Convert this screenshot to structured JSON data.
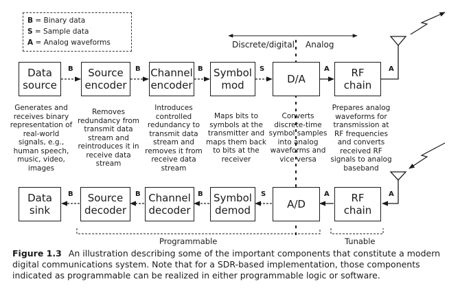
{
  "legend": {
    "items": [
      {
        "key": "B",
        "text": "= Binary data"
      },
      {
        "key": "S",
        "text": "= Sample data"
      },
      {
        "key": "A",
        "text": "= Analog waveforms"
      }
    ]
  },
  "divider": {
    "left": "Discrete/digital",
    "right": "Analog"
  },
  "top_row": {
    "blocks": [
      "Data\nsource",
      "Source\nencoder",
      "Channel\nencoder",
      "Symbol\nmod",
      "D/A",
      "RF\nchain"
    ],
    "links": [
      "B",
      "B",
      "B",
      "S",
      "A",
      "A"
    ]
  },
  "descriptions": [
    "Generates and\nreceives binary\nrepresentation of\nreal-world\nsignals, e.g.,\nhuman speech,\nmusic, video,\nimages",
    "Removes\nredundancy from\ntransmit data\nstream and\nreintroduces it in\nreceive data\nstream",
    "Introduces\ncontrolled\nredundancy to\ntransmit data\nstream and\nremoves it from\nreceive data\nstream",
    "Maps bits to\nsymbols at the\ntransmitter and\nmaps them back\nto bits at the\nreceiver",
    "Converts\ndiscrete-time\nsymbol samples\ninto analog\nwaveforms and\nvice versa",
    "Prepares analog\nwaveforms for\ntransmission at\nRF frequencies\nand converts\nreceived RF\nsignals to analog\nbaseband"
  ],
  "bottom_row": {
    "blocks": [
      "Data\nsink",
      "Source\ndecoder",
      "Channel\ndecoder",
      "Symbol\ndemod",
      "A/D",
      "RF\nchain"
    ],
    "links": [
      "B",
      "B",
      "B",
      "S",
      "A",
      "A"
    ]
  },
  "groups": {
    "programmable": "Programmable",
    "tunable": "Tunable"
  },
  "caption": {
    "figure": "Figure 1.3",
    "text": "An illustration describing some of the important components that constitute a modern digital communications system. Note that for a SDR-based implementation, those components indicated as programmable can be realized in either programmable logic or software."
  }
}
